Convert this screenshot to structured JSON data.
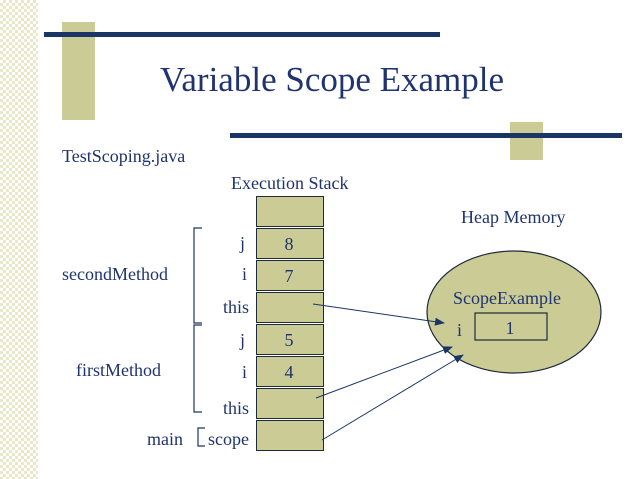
{
  "title": "Variable Scope Example",
  "file_label": "TestScoping.java",
  "stack_label": "Execution Stack",
  "heap_label": "Heap Memory",
  "object": {
    "class_name": "ScopeExample",
    "field_name": "i",
    "field_value": "1"
  },
  "frames": {
    "second_method": {
      "label": "secondMethod",
      "j_label": "j",
      "j_value": "8",
      "i_label": "i",
      "i_value": "7",
      "this_label": "this"
    },
    "first_method": {
      "label": "firstMethod",
      "j_label": "j",
      "j_value": "5",
      "i_label": "i",
      "i_value": "4",
      "this_label": "this"
    },
    "main": {
      "label": "main",
      "scope_label": "scope"
    }
  },
  "colors": {
    "text": "#1f3370",
    "cell_fill": "#cbcb96",
    "bar_dark": "#1a3566",
    "bar_olive": "#cbcb96"
  }
}
